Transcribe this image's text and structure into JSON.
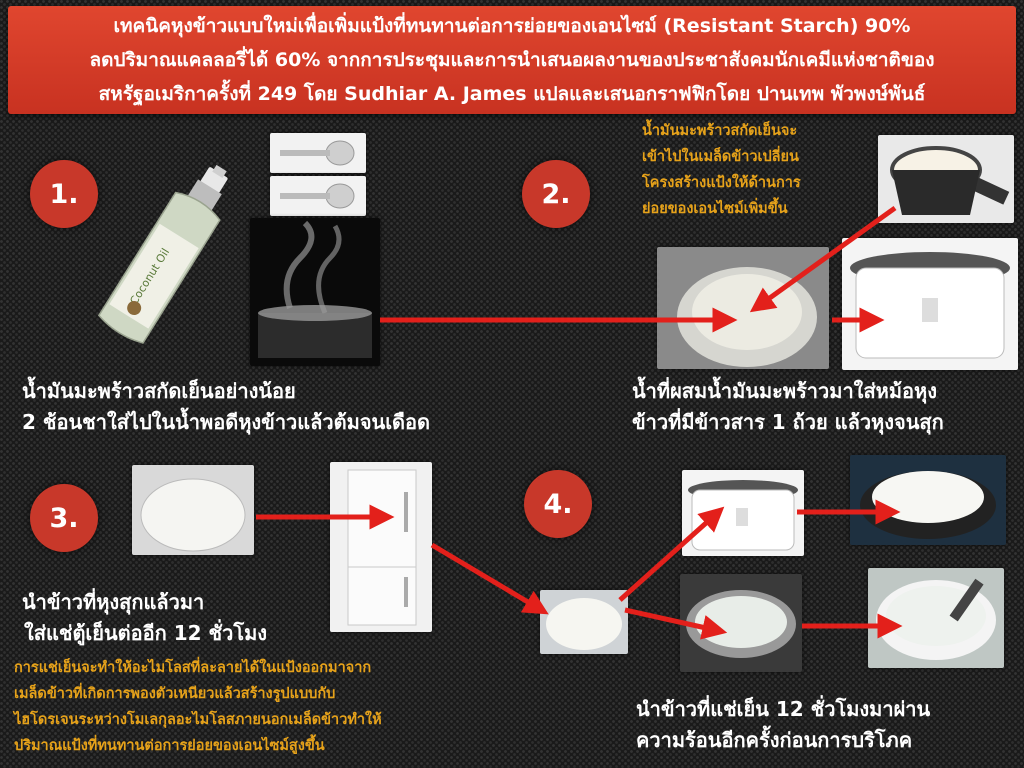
{
  "header": {
    "line1": "เทคนิคหุงข้าวแบบใหม่เพื่อเพิ่มแป้งที่ทนทานต่อการย่อยของเอนไซม์ (Resistant Starch) 90%",
    "line2": "ลดปริมาณแคลลอรี่ได้ 60% จากการประชุมและการนำเสนอผลงานของประชาสังคมนักเคมีแห่งชาติของ",
    "line3": "สหรัฐอเมริกาครั้งที่ 249 โดย Sudhiar A. James แปลและเสนอกราฟฟิกโดย ปานเทพ พัวพงษ์พันธ์"
  },
  "steps": [
    {
      "number": "1."
    },
    {
      "number": "2."
    },
    {
      "number": "3."
    },
    {
      "number": "4."
    }
  ],
  "step1_text": {
    "line1": "น้ำมันมะพร้าวสกัดเย็นอย่างน้อย",
    "line2": "2 ช้อนชาใส่ไปในน้ำพอดีหุงข้าวแล้วต้มจนเดือด"
  },
  "bottle_label": "Coconut Oil",
  "step2_note": {
    "line1": "น้ำมันมะพร้าวสกัดเย็นจะ",
    "line2": "เข้าไปในเมล็ดข้าวเปลี่ยน",
    "line3": "โครงสร้างแป้งให้ด้านการ",
    "line4": "ย่อยของเอนไซม์เพิ่มขึ้น"
  },
  "step2_text": {
    "line1": "น้ำที่ผสมน้ำมันมะพร้าวมาใส่หม้อหุง",
    "line2": "ข้าวที่มีข้าวสาร 1 ถ้วย แล้วหุงจนสุก"
  },
  "step3_text": {
    "line1": "นำข้าวที่หุงสุกแล้วมา",
    "line2": "ใส่แช่ตู้เย็นต่ออีก 12 ชั่วโมง"
  },
  "step3_note": {
    "line1": "การแช่เย็นจะทำให้อะไมโลสที่ละลายได้ในแป้งออกมาจาก",
    "line2": "เมล็ดข้าวที่เกิดการพองตัวเหนียวแล้วสร้างรูปแบบกับ",
    "line3": "ไฮโดรเจนระหว่างโมเลกุลอะไมโลสภายนอกเมล็ดข้าวทำให้",
    "line4": "ปริมาณแป้งที่ทนทานต่อการย่อยของเอนไซม์สูงขึ้น"
  },
  "step4_text": {
    "line1": "นำข้าวที่แช่เย็น 12 ชั่วโมงมาผ่าน",
    "line2": "ความร้อนอีกครั้งก่อนการบริโภค"
  },
  "colors": {
    "header_red": "#d23c28",
    "badge_red": "#c8382a",
    "arrow_red": "#e3201b",
    "note_yellow": "#e6a21a"
  }
}
